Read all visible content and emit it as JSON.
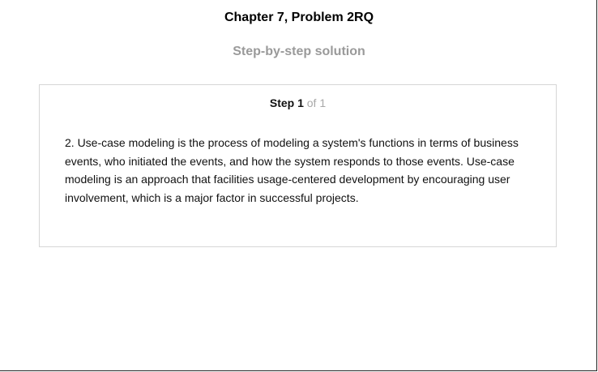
{
  "header": {
    "title": "Chapter 7, Problem 2RQ",
    "subtitle": "Step-by-step solution"
  },
  "step": {
    "label": "Step 1",
    "total": "of 1",
    "text": "2. Use-case modeling is the process of modeling a system's functions in terms of business events, who initiated the events, and how the system responds to those events. Use-case modeling is an approach that facilities usage-centered development by encouraging user involvement, which is a major factor in successful projects."
  },
  "colors": {
    "subtitle": "#9a9a9a",
    "card_border": "#d6d6d6",
    "step_total": "#a8a8a8"
  }
}
